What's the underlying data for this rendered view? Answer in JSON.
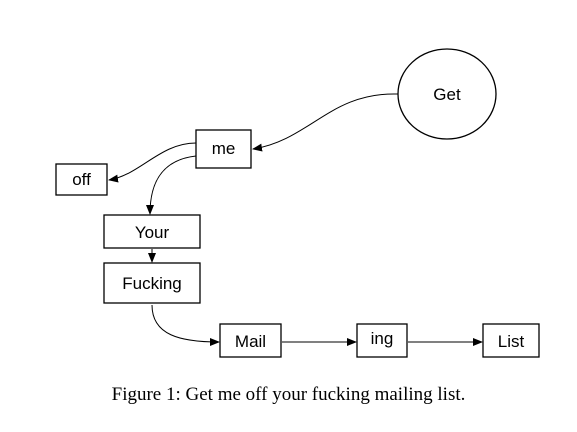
{
  "nodes": {
    "get": "Get",
    "me": "me",
    "off": "off",
    "your": "Your",
    "fucking": "Fucking",
    "mail": "Mail",
    "ing": "ing",
    "list": "List"
  },
  "caption": "Figure 1: Get me off your fucking mailing list.",
  "edges": [
    {
      "from": "Get",
      "to": "me"
    },
    {
      "from": "me",
      "to": "off"
    },
    {
      "from": "me",
      "to": "Your"
    },
    {
      "from": "Your",
      "to": "Fucking"
    },
    {
      "from": "Fucking",
      "to": "Mail"
    },
    {
      "from": "Mail",
      "to": "ing"
    },
    {
      "from": "ing",
      "to": "List"
    }
  ]
}
